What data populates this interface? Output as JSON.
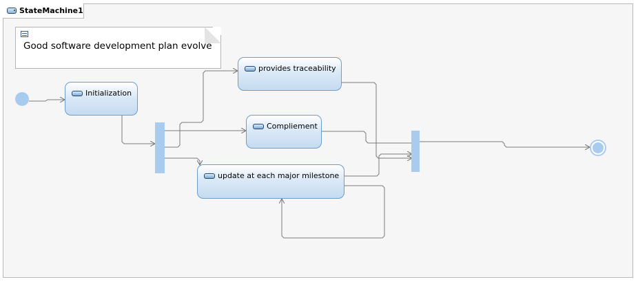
{
  "diagram": {
    "title": "StateMachine1",
    "note": "Good software development plan evolve",
    "states": {
      "initialization": "Initialization",
      "traceability": "provides traceability",
      "compliement": "Compliement",
      "milestone": "update at each major milestone"
    }
  }
}
